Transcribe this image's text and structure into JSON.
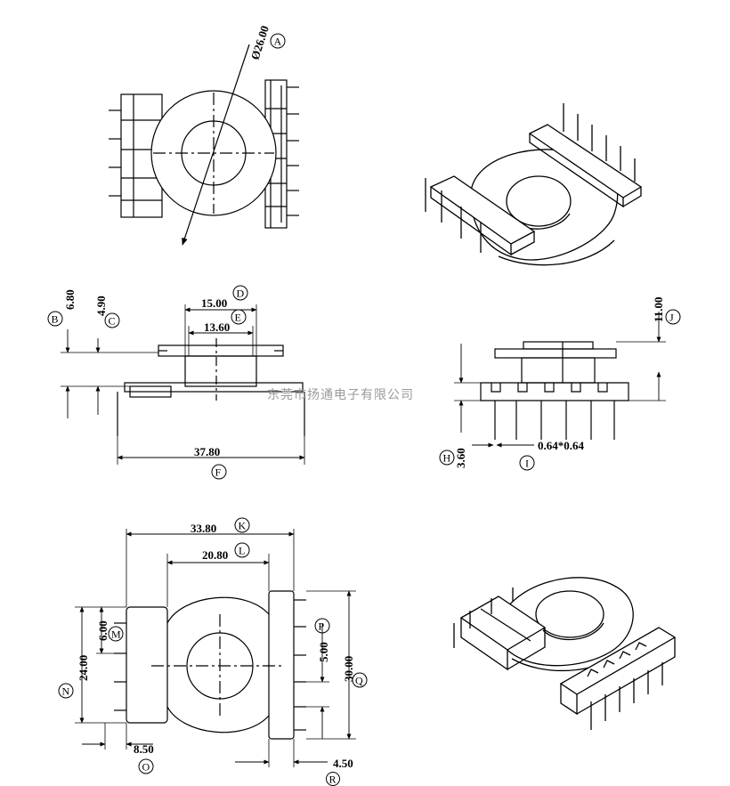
{
  "drawing": {
    "top_view": {
      "diameter_text": "Ø26.00",
      "callout_a": "A"
    },
    "front_view": {
      "dim_b": "6.80",
      "callout_b": "B",
      "dim_c": "4.90",
      "callout_c": "C",
      "dim_d": "15.00",
      "callout_d": "D",
      "dim_e": "13.60",
      "callout_e": "E",
      "dim_f": "37.80",
      "callout_f": "F"
    },
    "side_view": {
      "dim_j": "11.00",
      "callout_j": "J",
      "dim_h": "3.60",
      "callout_h": "H",
      "dim_i": "0.64*0.64",
      "callout_i": "I"
    },
    "bottom_view": {
      "dim_k": "33.80",
      "callout_k": "K",
      "dim_l": "20.80",
      "callout_l": "L",
      "dim_m": "6.00",
      "callout_m": "M",
      "dim_n": "24.00",
      "callout_n": "N",
      "dim_o": "8.50",
      "callout_o": "O",
      "dim_p": "5.00",
      "callout_p": "P",
      "dim_q": "30.00",
      "callout_q": "Q",
      "dim_r": "4.50",
      "callout_r": "R"
    },
    "watermark": "东莞市扬通电子有限公司"
  }
}
